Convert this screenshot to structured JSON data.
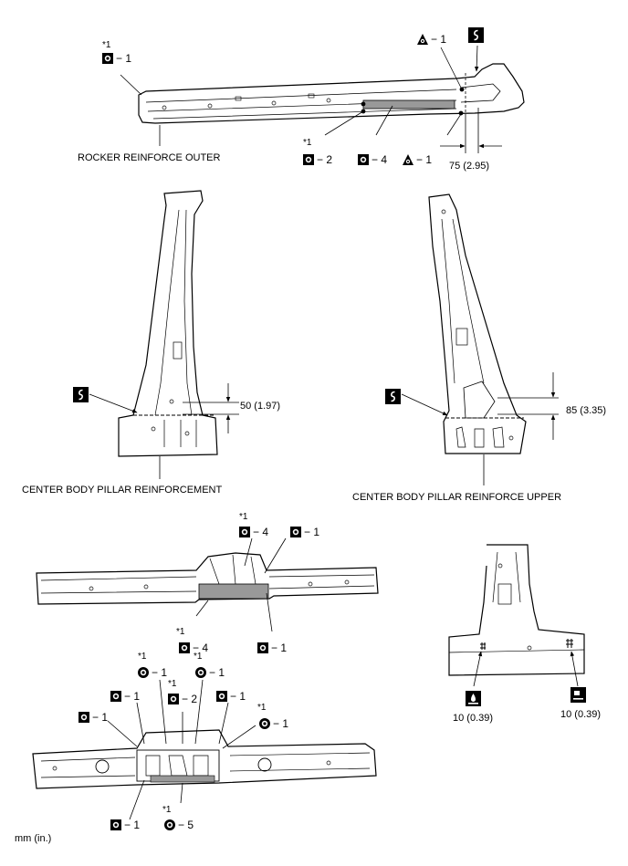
{
  "labels": {
    "rocker": "ROCKER REINFORCE OUTER",
    "center_pillar": "CENTER BODY PILLAR REINFORCEMENT",
    "center_pillar_upper": "CENTER BODY PILLAR REINFORCE UPPER",
    "units": "mm (in.)"
  },
  "dimensions": {
    "d75": "75 (2.95)",
    "d50": "50 (1.97)",
    "d85": "85 (3.35)",
    "d10a": "10 (0.39)",
    "d10b": "10 (0.39)"
  },
  "callouts": {
    "asterisk": "*1",
    "r_sq1": "− 1",
    "r_tri1a": "− 1",
    "r_sq2": "− 2",
    "r_sq4": "− 4",
    "r_tri1b": "− 1",
    "m_sq4top": "− 4",
    "m_sq1top": "− 1",
    "m_sq4bot": "− 4",
    "m_sq1bot": "− 1",
    "b_cir1a": "− 1",
    "b_cir1b": "− 1",
    "b_sq1a": "− 1",
    "b_sq2": "− 2",
    "b_sq1b": "− 1",
    "b_sq1c": "− 1",
    "b_cir1c": "− 1",
    "b_sq1d": "− 1",
    "b_cir5": "− 5"
  },
  "icons": [
    "square-spot-weld-icon",
    "circle-spot-weld-icon",
    "triangle-spot-weld-icon",
    "cut-position-icon",
    "brazing-icon",
    "saw-cut-icon"
  ]
}
